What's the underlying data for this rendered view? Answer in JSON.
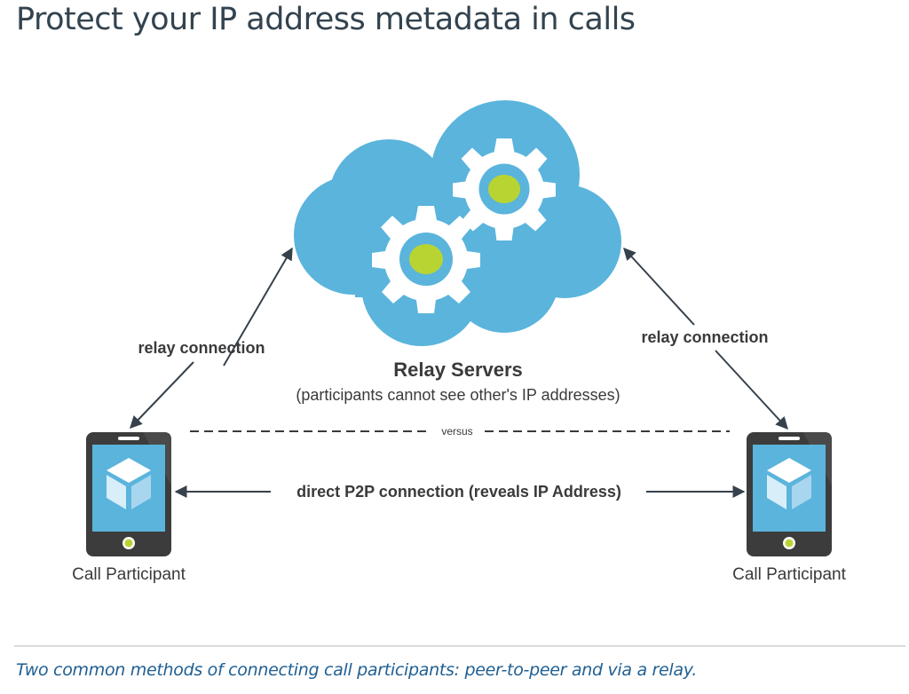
{
  "page": {
    "title": "Protect your IP address metadata in calls",
    "caption": "Two common methods of connecting call participants: peer-to-peer and via a relay."
  },
  "diagram": {
    "relay_servers": {
      "title": "Relay Servers",
      "subtitle": "(participants cannot see other's IP addresses)",
      "icon": "cloud-gears-icon"
    },
    "relay_connection_left": "relay connection",
    "relay_connection_right": "relay connection",
    "versus": "versus",
    "direct_connection": "direct P2P connection (reveals IP Address)",
    "participant_left": "Call Participant",
    "participant_right": "Call Participant",
    "participant_icon": "smartphone-icon"
  },
  "colors": {
    "cloud": "#5ab4dc",
    "gear": "#ffffff",
    "gear_center": "#b8d432",
    "phone_body": "#3c3c3c",
    "phone_screen": "#5ab4dc",
    "arrow": "#36414c",
    "title_text": "#33434f",
    "caption_text": "#1f5f93"
  }
}
